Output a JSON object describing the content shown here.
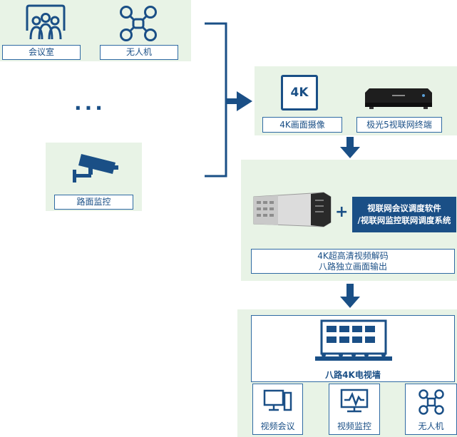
{
  "sources": {
    "meeting_room": "会议室",
    "drone": "无人机",
    "ellipsis": "...",
    "road_monitoring": "路面监控"
  },
  "camera_terminal": {
    "camera_label": "4K画面摄像",
    "terminal_label": "极光5视联网终端",
    "camera_badge": "4K"
  },
  "decoder": {
    "plus": "+",
    "software_line1": "视联网会议调度软件",
    "software_line2": "/视联网监控联网调度系统",
    "decode_line1": "4K超高清视频解码",
    "decode_line2": "八路独立画面输出"
  },
  "video_wall": {
    "label": "八路4K电视墙"
  },
  "outputs": {
    "video_conference": "视频会议",
    "video_monitoring": "视频监控",
    "drone": "无人机"
  },
  "colors": {
    "primary": "#1a4f86",
    "panel_bg": "#e8f3e6",
    "border": "#2f6aa3"
  }
}
